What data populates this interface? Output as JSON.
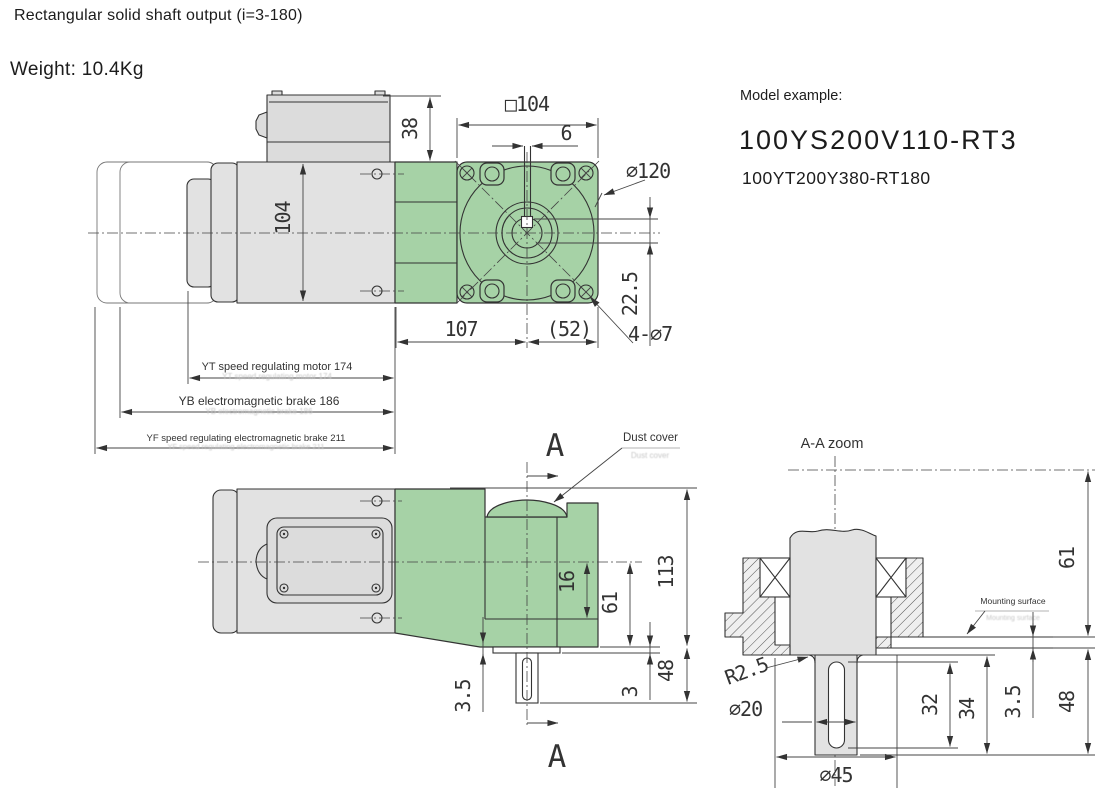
{
  "page": {
    "title": "Rectangular solid shaft output (i=3-180)",
    "weight": "Weight: 10.4Kg"
  },
  "model": {
    "heading": "Model example:",
    "primary": "100YS200V110-RT3",
    "secondary": "100YT200Y380-RT180"
  },
  "top_view": {
    "dims": {
      "d38": "38",
      "dsq104": "□104",
      "d6": "6",
      "d104": "104",
      "d120": "∅120",
      "d225": "22.5",
      "d107": "107",
      "d52": "(52)",
      "d47": "4-∅7"
    },
    "labels": {
      "yt": "YT speed regulating motor 174",
      "yb": "YB electromagnetic brake 186",
      "yf": "YF speed regulating electromagnetic brake 211"
    }
  },
  "side_view": {
    "dims": {
      "d113": "113",
      "d16": "16",
      "d61": "61",
      "d48": "48",
      "d3": "3",
      "d35": "3.5"
    },
    "labels": {
      "dust": "Dust cover",
      "section_a": "A"
    }
  },
  "section_view": {
    "title": "A-A zoom",
    "dims": {
      "d61": "61",
      "d48": "48",
      "d35": "3.5",
      "d34": "34",
      "d32": "32",
      "r25": "R2.5",
      "d20": "∅20",
      "d45": "∅45"
    },
    "labels": {
      "mounting": "Mounting surface"
    }
  },
  "colors": {
    "gearbox_green": "#a6d2a6",
    "motor_gray": "#e2e2e2",
    "line": "#333333"
  }
}
